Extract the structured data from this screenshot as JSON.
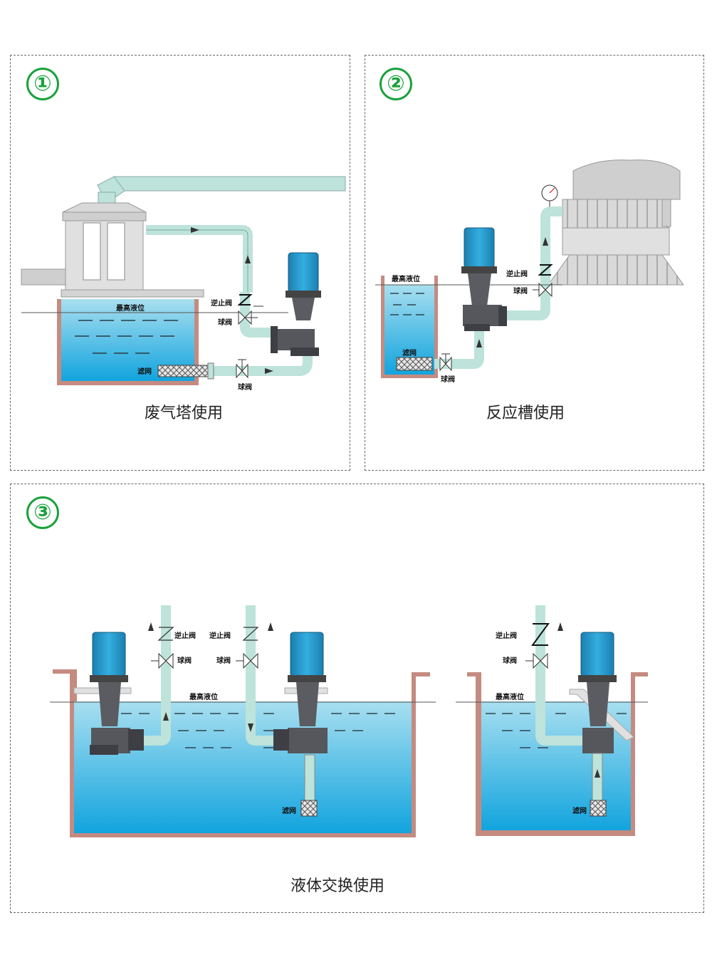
{
  "colors": {
    "panel_border": "#6a6a6a",
    "number_badge": "#1aa23c",
    "water_top": "#a8dff0",
    "water_bottom": "#12a4de",
    "tank_wall": "#c58b80",
    "pipe": "#bde3da",
    "pump_motor": "#1e94c8",
    "pump_body": "#55575c",
    "tower": "#d9d9d9"
  },
  "panels": [
    {
      "number": "①",
      "caption": "废气塔使用",
      "labels": {
        "check_valve": "逆止阀",
        "ball_valve_top": "球阀",
        "max_level": "最高液位",
        "filter": "滤网",
        "ball_valve_bottom": "球阀"
      }
    },
    {
      "number": "②",
      "caption": "反应槽使用",
      "labels": {
        "check_valve": "逆止阀",
        "ball_valve_top": "球阀",
        "max_level": "最高液位",
        "filter": "滤网",
        "ball_valve_bottom": "球阀"
      }
    },
    {
      "number": "③",
      "caption": "液体交换使用",
      "labels": {
        "check_valve_a": "逆止阀",
        "ball_valve_a": "球阀",
        "check_valve_b": "逆止阀",
        "ball_valve_b": "球阀",
        "max_level_a": "最高液位",
        "filter_a": "滤网",
        "check_valve_c": "逆止阀",
        "ball_valve_c": "球阀",
        "max_level_b": "最高液位",
        "filter_b": "滤网"
      }
    }
  ],
  "icons": [
    "pump-icon",
    "check-valve-icon",
    "ball-valve-icon",
    "filter-icon",
    "pressure-gauge-icon",
    "flow-arrow-icon"
  ]
}
